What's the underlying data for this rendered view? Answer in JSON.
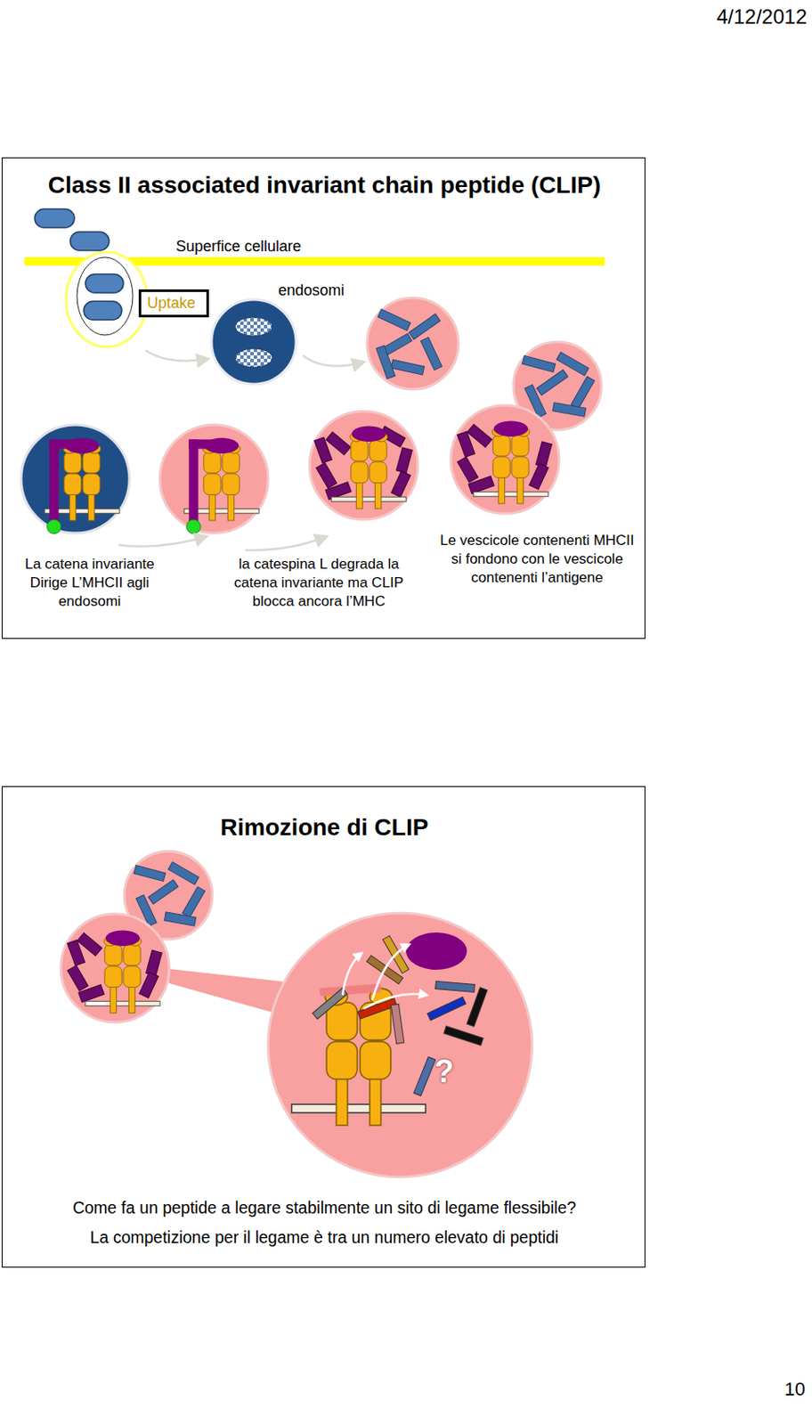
{
  "diagram": {
    "nodes": [
      {
        "text": [
          "Class II associated invariant chain peptide (CLIP)"
        ]
      },
      {
        "text": [
          "Uptake"
        ],
        "in": 0
      },
      {
        "text": [
          "Rimozione di CLIP",
          "Come fa un peptide a legare stabilmente un sito di legame flessibile?",
          "La competizione per il legame è tra un numero elevato di peptidi"
        ]
      }
    ],
    "labels": [
      "4/12/2012",
      "Superfice cellulare",
      "endosomi",
      "La catena invariante Dirige L’MHCII agli endosomi",
      "la catespina L degrada la catena invariante ma CLIP blocca ancora l’MHC",
      "Le vescicole contenenti MHCII si fondono con le vescicole contenenti l’antigene",
      "?",
      "10"
    ]
  }
}
